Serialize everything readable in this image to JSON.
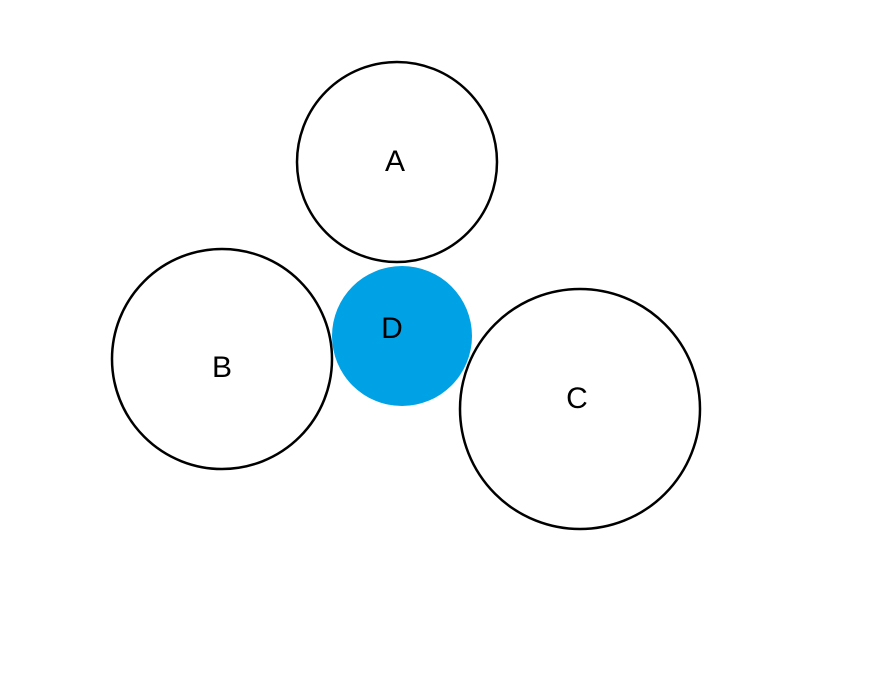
{
  "diagram": {
    "circles": [
      {
        "id": "a",
        "label": "A",
        "fill": "none",
        "stroke": "#000000"
      },
      {
        "id": "b",
        "label": "B",
        "fill": "none",
        "stroke": "#000000"
      },
      {
        "id": "c",
        "label": "C",
        "fill": "none",
        "stroke": "#000000"
      },
      {
        "id": "d",
        "label": "D",
        "fill": "#00a2e6",
        "stroke": "none"
      }
    ]
  }
}
